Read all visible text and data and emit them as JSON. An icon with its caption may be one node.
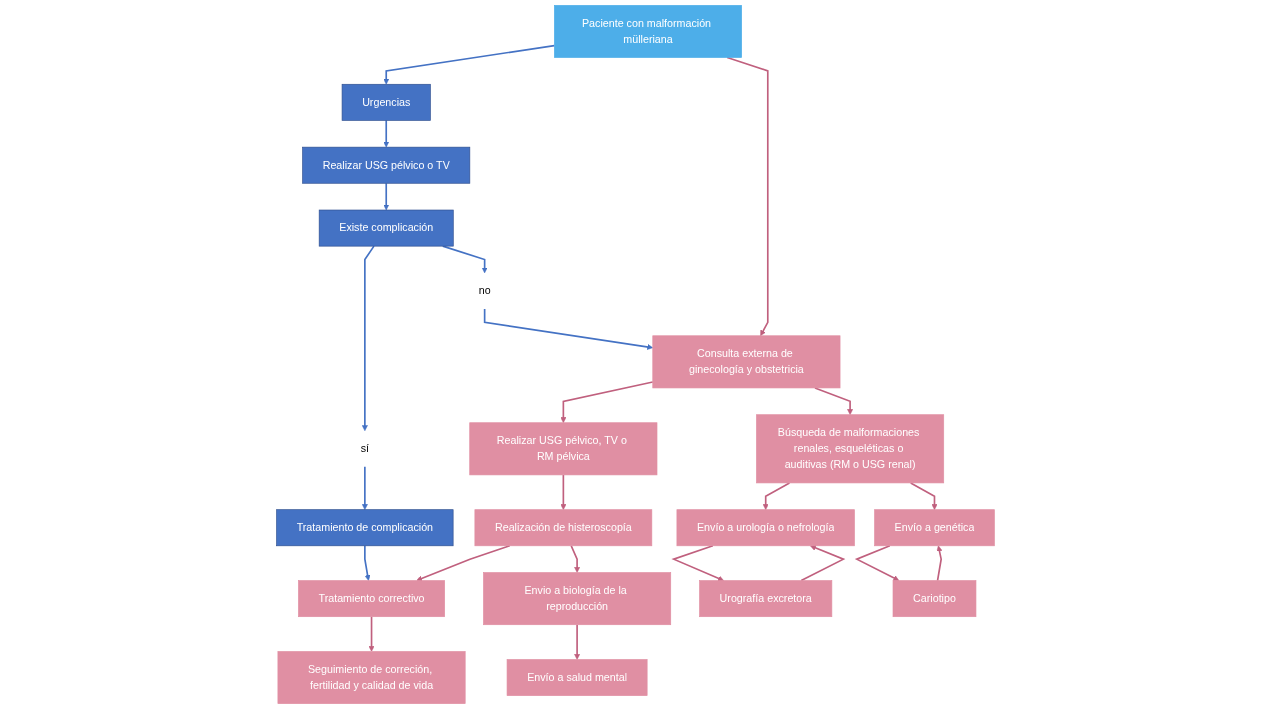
{
  "diagram": {
    "nodes": [
      {
        "text": [
          "Paciente con malformación mülleriana"
        ]
      },
      {
        "text": [
          "Urgencias"
        ]
      },
      {
        "text": [
          "Consulta externa de ginecología y obstetricia"
        ]
      },
      {
        "text": [
          "Realizar USG pélvico o TV"
        ]
      },
      {
        "text": [
          "Existe complicación"
        ]
      },
      {
        "text": [
          "sí"
        ]
      },
      {
        "text": [
          "no"
        ]
      },
      {
        "text": [
          "Tratamiento de complicación"
        ]
      },
      {
        "text": [
          "Realizar USG pélvico, TV o RM pélvica"
        ]
      },
      {
        "text": [
          "Búsqueda de malformaciones renales, esqueléticas o auditivas (RM o USG renal)"
        ]
      },
      {
        "text": [
          "Realización de histeroscopía"
        ]
      },
      {
        "text": [
          "Tratamiento correctivo"
        ]
      },
      {
        "text": [
          "Envio a biología de la reproducción"
        ]
      },
      {
        "text": [
          "Envío a urología o nefrología"
        ]
      },
      {
        "text": [
          "Envío a genética"
        ]
      },
      {
        "text": [
          "Seguimiento de correción, fertilidad y calidad de vida"
        ]
      },
      {
        "text": [
          "Envío a salud mental"
        ]
      },
      {
        "text": [
          "Urografía excretora"
        ]
      },
      {
        "text": [
          "Cariotipo"
        ]
      }
    ],
    "edges": [
      {
        "from": 0,
        "to": 1,
        "arrow": "to",
        "color": "#4472c4"
      },
      {
        "from": 0,
        "to": 2,
        "arrow": "to"
      },
      {
        "from": 1,
        "to": 3,
        "arrow": "to",
        "color": "#4472c4"
      },
      {
        "from": 3,
        "to": 4,
        "arrow": "to",
        "color": "#4472c4"
      },
      {
        "from": 4,
        "to": 5,
        "arrow": "to",
        "color": "#4472c4"
      },
      {
        "from": 4,
        "to": 6,
        "arrow": "to",
        "color": "#4472c4"
      },
      {
        "from": 5,
        "to": 7,
        "arrow": "to",
        "color": "#4472c4"
      },
      {
        "from": 6,
        "to": 2,
        "arrow": "to",
        "color": "#4472c4"
      },
      {
        "from": 7,
        "to": 11,
        "arrow": "to",
        "color": "#4472c4"
      },
      {
        "from": 2,
        "to": 8,
        "arrow": "to"
      },
      {
        "from": 2,
        "to": 9,
        "arrow": "to"
      },
      {
        "from": 8,
        "to": 10,
        "arrow": "to"
      },
      {
        "from": 10,
        "to": 11,
        "arrow": "to"
      },
      {
        "from": 10,
        "to": 12,
        "arrow": "to"
      },
      {
        "from": 12,
        "to": 16,
        "arrow": "to"
      },
      {
        "from": 11,
        "to": 15,
        "arrow": "to"
      },
      {
        "from": 9,
        "to": 13,
        "arrow": "to"
      },
      {
        "from": 9,
        "to": 14,
        "arrow": "to"
      },
      {
        "from": 13,
        "to": 17,
        "arrow": "to"
      },
      {
        "from": 17,
        "to": 13,
        "arrow": "to"
      },
      {
        "from": 14,
        "to": 18,
        "arrow": "to"
      },
      {
        "from": 18,
        "to": 14,
        "arrow": "to"
      }
    ]
  }
}
